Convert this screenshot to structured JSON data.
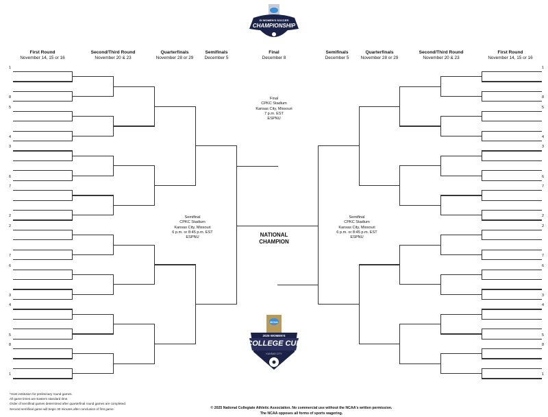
{
  "logos": {
    "top": {
      "org": "NCAA",
      "line1": "DI WOMEN'S SOCCER",
      "line2": "CHAMPIONSHIP"
    },
    "bottom": {
      "org": "NCAA",
      "line1": "2025 WOMEN'S",
      "line2": "COLLEGE CUP",
      "line3": "KANSAS CITY"
    }
  },
  "headers": {
    "left": [
      {
        "title": "First Round",
        "date": "November 14, 15 or 16"
      },
      {
        "title": "Second/Third Round",
        "date": "November 20 & 23"
      },
      {
        "title": "Quarterfinals",
        "date": "November 28 or 29"
      },
      {
        "title": "Semifinals",
        "date": "December 5"
      }
    ],
    "final": {
      "title": "Final",
      "date": "December 8"
    },
    "right": [
      {
        "title": "Semifinals",
        "date": "December 5"
      },
      {
        "title": "Quarterfinals",
        "date": "November 28 or 29"
      },
      {
        "title": "Second/Third Round",
        "date": "November 20 & 23"
      },
      {
        "title": "First Round",
        "date": "November 14, 15 or 16"
      }
    ]
  },
  "seeds": {
    "left": [
      "1",
      "8",
      "5",
      "4",
      "3",
      "6",
      "7",
      "2",
      "2",
      "7",
      "6",
      "3",
      "4",
      "5",
      "8",
      "1"
    ],
    "right": [
      "1",
      "8",
      "5",
      "4",
      "3",
      "6",
      "7",
      "2",
      "2",
      "7",
      "6",
      "3",
      "4",
      "5",
      "8",
      "1"
    ]
  },
  "final_info": [
    "Final",
    "CPKC Stadium",
    "Kansas City, Missouri",
    "7 p.m. EST",
    "ESPNU"
  ],
  "semifinal_left": [
    "Semifinal",
    "CPKC Stadium",
    "Kansas City, Missouri",
    "6 p.m. or 8:45 p.m. EST",
    "ESPNU"
  ],
  "semifinal_right": [
    "Semifinal",
    "CPKC Stadium",
    "Kansas City, Missouri",
    "6 p.m. or 8:45 p.m. EST",
    "ESPNU"
  ],
  "champion": {
    "line1": "NATIONAL",
    "line2": "CHAMPION"
  },
  "notes": [
    "*Host institution for preliminary round games.",
    "All game times are Eastern standard time.",
    "Order of semifinal games determined after quarterfinal round games are completed.",
    "Second semifinal game will begin 30 minutes after conclusion of first game."
  ],
  "copyright": {
    "line1": "© 2025 National Collegiate Athletic Association.  No commercial use without the NCAA's written permission.",
    "line2": "The NCAA opposes all forms of sports wagering."
  },
  "colors": {
    "line": "#333333",
    "logo_navy": "#1b2247",
    "logo_gold": "#b89a5a",
    "logo_blue": "#3c8fd6"
  }
}
